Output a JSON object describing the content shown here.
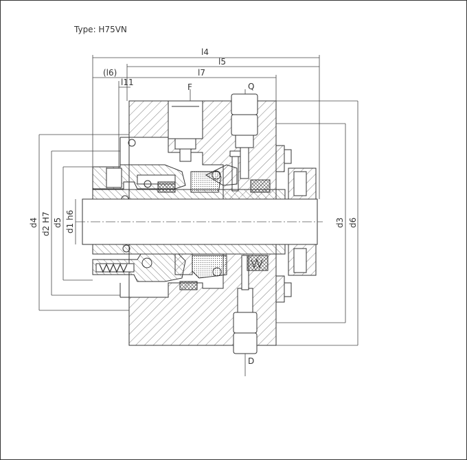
{
  "drawing": {
    "type_label": "Type: H75VN",
    "dimensions": {
      "l4": "l4",
      "l5": "l5",
      "l6": "(l6)",
      "l7": "l7",
      "l11": "l11",
      "F": "F",
      "Q": "Q",
      "D": "D",
      "d4": "d4",
      "d2": "d2 H7",
      "d5": "d5",
      "d1": "d1 h6",
      "d3": "d3",
      "d6": "d6"
    }
  }
}
